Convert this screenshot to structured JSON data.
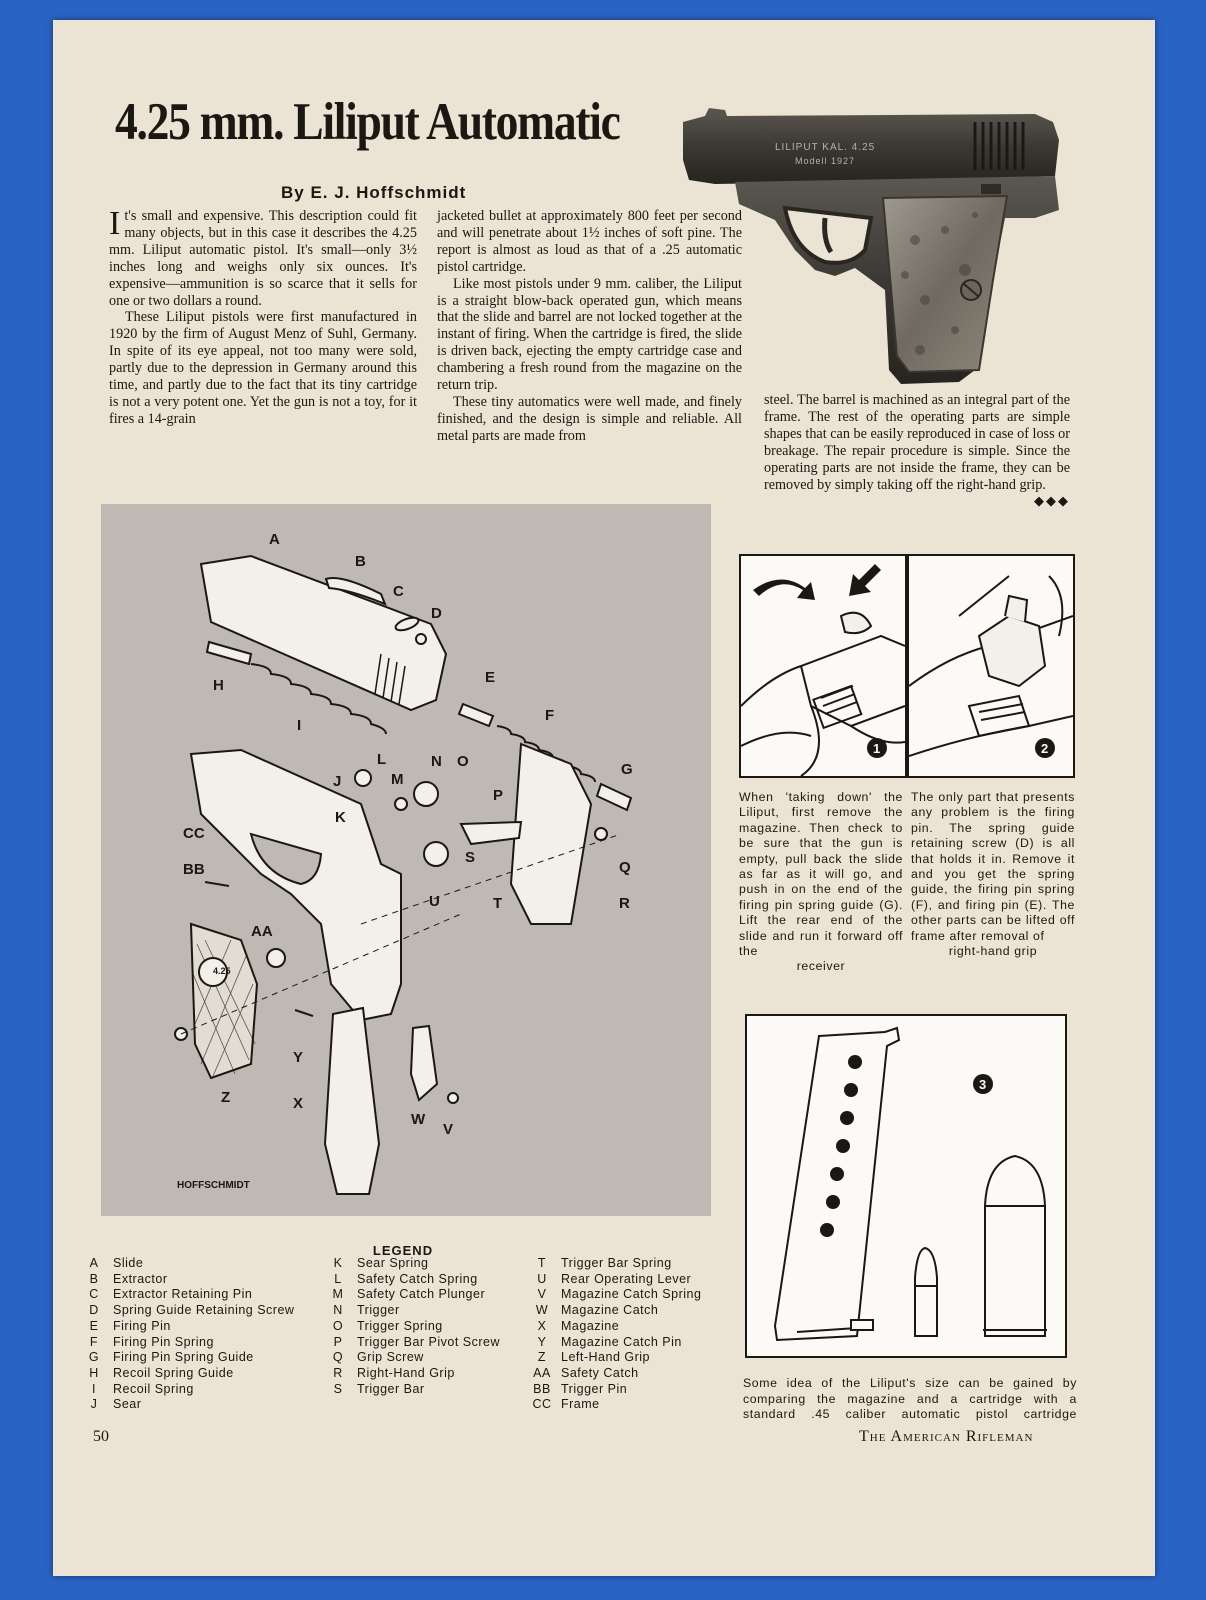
{
  "article": {
    "title": "4.25 mm. Liliput Automatic",
    "byline": "By E. J. Hoffschmidt",
    "dropcap": "I",
    "col1": {
      "p1_rest": "t's small and expensive. This description could fit many objects, but in this case it describes the 4.25 mm. Liliput automatic pistol. It's small—only 3½ inches long and weighs only six ounces. It's expensive—ammunition is so scarce that it sells for one or two dollars a round.",
      "p2": "These Liliput pistols were first manufactured in 1920 by the firm of August Menz of Suhl, Germany. In spite of its eye appeal, not too many were sold, partly due to the depression in Germany around this time, and partly due to the fact that its tiny cartridge is not a very potent one. Yet the gun is not a toy, for it fires a 14-grain"
    },
    "col2": {
      "p1": "jacketed bullet at approximately 800 feet per second and will penetrate about 1½ inches of soft pine. The report is almost as loud as that of a .25 automatic pistol cartridge.",
      "p2": "Like most pistols under 9 mm. caliber, the Liliput is a straight blow-back operated gun, which means that the slide and barrel are not locked together at the instant of firing. When the cartridge is fired, the slide is driven back, ejecting the empty cartridge case and chambering a fresh round from the magazine on the return trip.",
      "p3": "These tiny automatics were well made, and finely finished, and the design is simple and reliable. All metal parts are made from"
    },
    "col3": {
      "p1": "steel. The barrel is machined as an integral part of the frame. The rest of the operating parts are simple shapes that can be easily reproduced in case of loss or breakage. The repair procedure is simple. Since the operating parts are not inside the frame, they can be removed by simply taking off the right-hand grip.",
      "endmark": "◆◆◆"
    }
  },
  "photo": {
    "engraving_line1": "LILIPUT KAL. 4.25",
    "engraving_line2": "Modell 1927"
  },
  "diagram": {
    "signature": "HOFFSCHMIDT",
    "grip_logo": "4.25",
    "part_labels": [
      "A",
      "B",
      "C",
      "D",
      "E",
      "F",
      "G",
      "H",
      "I",
      "J",
      "K",
      "L",
      "M",
      "N",
      "O",
      "P",
      "Q",
      "R",
      "S",
      "T",
      "U",
      "V",
      "W",
      "X",
      "Y",
      "Z",
      "AA",
      "BB",
      "CC"
    ]
  },
  "captions": {
    "step1_number": "1",
    "step2_number": "2",
    "step3_number": "3",
    "caption1_main": "When 'taking down' the Liliput, first remove the magazine. Then check to be sure that the gun is empty, pull back the slide as far as it will go, and push in on the end of the firing pin spring guide (G). Lift the rear end of the slide and run it forward off the",
    "caption1_last": "receiver",
    "caption2_main": "The only part that presents any problem is the firing pin. The spring guide retaining screw (D) is all that holds it in. Remove it and you get the spring guide, the firing pin spring (F), and firing pin (E). The other parts can be lifted off frame after removal of",
    "caption2_last": "right-hand grip",
    "caption3": "Some idea of the Liliput's size can be gained by comparing the magazine and a cartridge with a standard .45 caliber automatic pistol cartridge"
  },
  "legend": {
    "title": "LEGEND",
    "col1": [
      {
        "k": "A",
        "v": "Slide"
      },
      {
        "k": "B",
        "v": "Extractor"
      },
      {
        "k": "C",
        "v": "Extractor Retaining Pin"
      },
      {
        "k": "D",
        "v": "Spring Guide Retaining Screw"
      },
      {
        "k": "E",
        "v": "Firing Pin"
      },
      {
        "k": "F",
        "v": "Firing Pin Spring"
      },
      {
        "k": "G",
        "v": "Firing Pin Spring Guide"
      },
      {
        "k": "H",
        "v": "Recoil Spring Guide"
      },
      {
        "k": "I",
        "v": "Recoil Spring"
      },
      {
        "k": "J",
        "v": "Sear"
      }
    ],
    "col2": [
      {
        "k": "K",
        "v": "Sear Spring"
      },
      {
        "k": "L",
        "v": "Safety Catch Spring"
      },
      {
        "k": "M",
        "v": "Safety Catch Plunger"
      },
      {
        "k": "N",
        "v": "Trigger"
      },
      {
        "k": "O",
        "v": "Trigger Spring"
      },
      {
        "k": "P",
        "v": "Trigger Bar Pivot Screw"
      },
      {
        "k": "Q",
        "v": "Grip Screw"
      },
      {
        "k": "R",
        "v": "Right-Hand Grip"
      },
      {
        "k": "S",
        "v": "Trigger Bar"
      }
    ],
    "col3": [
      {
        "k": "T",
        "v": "Trigger Bar Spring"
      },
      {
        "k": "U",
        "v": "Rear Operating Lever"
      },
      {
        "k": "V",
        "v": "Magazine Catch Spring"
      },
      {
        "k": "W",
        "v": "Magazine Catch"
      },
      {
        "k": "X",
        "v": "Magazine"
      },
      {
        "k": "Y",
        "v": "Magazine Catch Pin"
      },
      {
        "k": "Z",
        "v": "Left-Hand Grip"
      },
      {
        "k": "AA",
        "v": "Safety Catch"
      },
      {
        "k": "BB",
        "v": "Trigger Pin"
      },
      {
        "k": "CC",
        "v": "Frame"
      }
    ]
  },
  "footer": {
    "page_number": "50",
    "magazine": "The American Rifleman"
  },
  "colors": {
    "background": "#2a63c4",
    "paper": "#ebe3d4",
    "ink": "#1b1712",
    "diagram_bg": "#bfb9b3"
  }
}
